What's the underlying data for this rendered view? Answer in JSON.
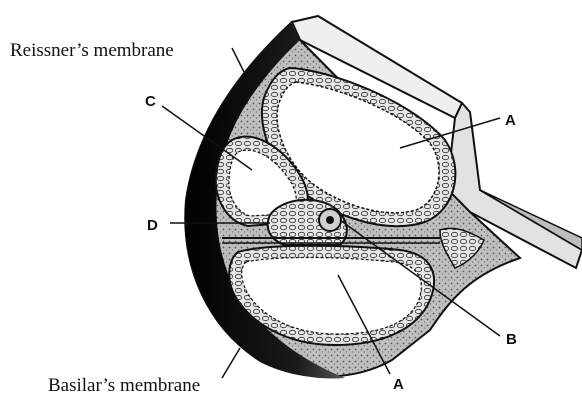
{
  "labels": {
    "reissner": "Reissner’s membrane",
    "basilar": "Basilar’s membrane",
    "a_upper": "A",
    "a_lower": "A",
    "b": "B",
    "c": "C",
    "d": "D"
  },
  "colors": {
    "ink": "#111111",
    "dark_wall": "#1a1a1a",
    "stipple": "#7a7a7a",
    "light_fill": "#ffffff",
    "bone_gray": "#d9d9d9"
  }
}
